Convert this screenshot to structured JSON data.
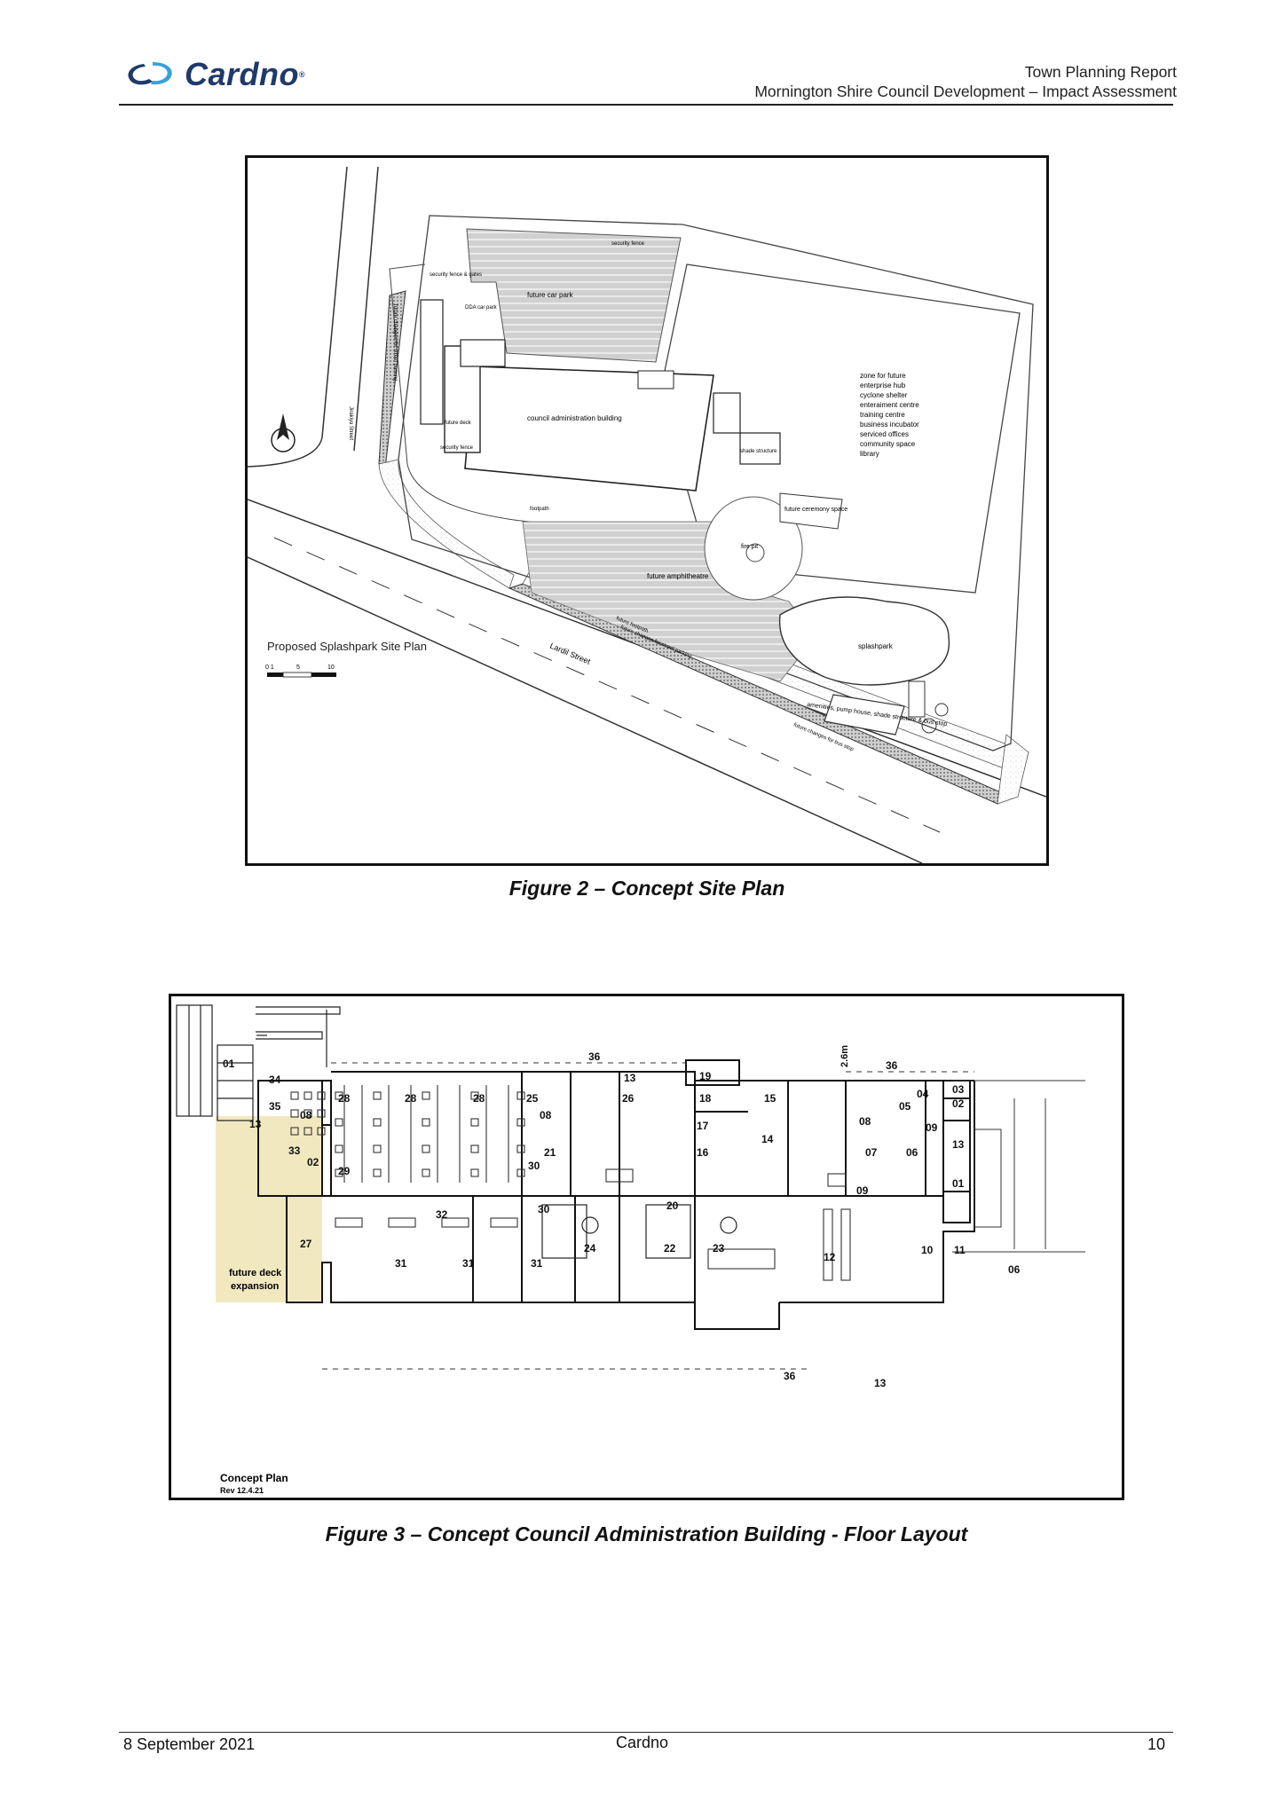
{
  "header": {
    "logo_text": "Cardno",
    "title_line1": "Town Planning Report",
    "title_line2": "Mornington Shire Council Development – Impact Assessment"
  },
  "figure1": {
    "caption": "Figure 2 – Concept Site Plan",
    "plan_title": "Proposed Splashpark Site Plan",
    "scale_labels": [
      "0 1",
      "5",
      "10"
    ],
    "labels": {
      "security_fence_top": "security fence",
      "security_fence_gates": "security fence & gates",
      "future_car_park": "future car park",
      "dda_car_park": "DDA car park",
      "council_admin": "council administration building",
      "future_deck": "future deck",
      "security_fence_left": "security fence",
      "shade_structure": "shade structure",
      "zone_line1": "zone for future",
      "zone_line2": "enterprise hub",
      "zone_line3": "cyclone shelter",
      "zone_line4": "enteraiment centre",
      "zone_line5": "training centre",
      "zone_line6": "business incubator",
      "zone_line7": "serviced offices",
      "zone_line8": "community space",
      "zone_line9": "library",
      "footpath": "footpath",
      "future_ceremony": "future ceremony space",
      "fire_pit": "fire pit",
      "future_amphitheatre": "future amphitheatre",
      "splashpark": "splashpark",
      "amenities": "amenities, pump house, shade structure & bus stop",
      "street_left": "Jirakiya Street",
      "street_bottom": "Lardil Street",
      "future_footpath": "future footpath",
      "future_changes_street": "future changes for street parking",
      "future_changes_bus": "future changes for bus stop",
      "future_changes_left": "future changes for street parking"
    }
  },
  "figure2": {
    "caption": "Figure 3 – Concept Council Administration Building - Floor Layout",
    "plan_title": "Concept Plan",
    "plan_rev": "Rev 12.4.21",
    "deck_label_line1": "future deck",
    "deck_label_line2": "expansion",
    "dimension_label": "2.6m",
    "room_numbers": {
      "r01a": "01",
      "r13a": "13",
      "r34": "34",
      "r35": "35",
      "r08a": "08",
      "r33": "33",
      "r02a": "02",
      "r29": "29",
      "r28a": "28",
      "r28b": "28",
      "r28c": "28",
      "r25": "25",
      "r08b": "08",
      "r21": "21",
      "r30a": "30",
      "r13b": "13",
      "r26": "26",
      "r19": "19",
      "r18": "18",
      "r17": "17",
      "r16": "16",
      "r15": "15",
      "r14": "14",
      "r36a": "36",
      "r36b": "36",
      "r36c": "36",
      "r08c": "08",
      "r07": "07",
      "r05": "05",
      "r04": "04",
      "r03": "03",
      "r02b": "02",
      "r09a": "09",
      "r06a": "06",
      "r13c": "13",
      "r01b": "01",
      "r09b": "09",
      "r32": "32",
      "r30b": "30",
      "r27": "27",
      "r31a": "31",
      "r31b": "31",
      "r31c": "31",
      "r24": "24",
      "r20": "20",
      "r22": "22",
      "r23": "23",
      "r12": "12",
      "r10": "10",
      "r11": "11",
      "r06b": "06",
      "r13d": "13"
    }
  },
  "footer": {
    "date": "8 September 2021",
    "center": "Cardno",
    "page": "10"
  }
}
